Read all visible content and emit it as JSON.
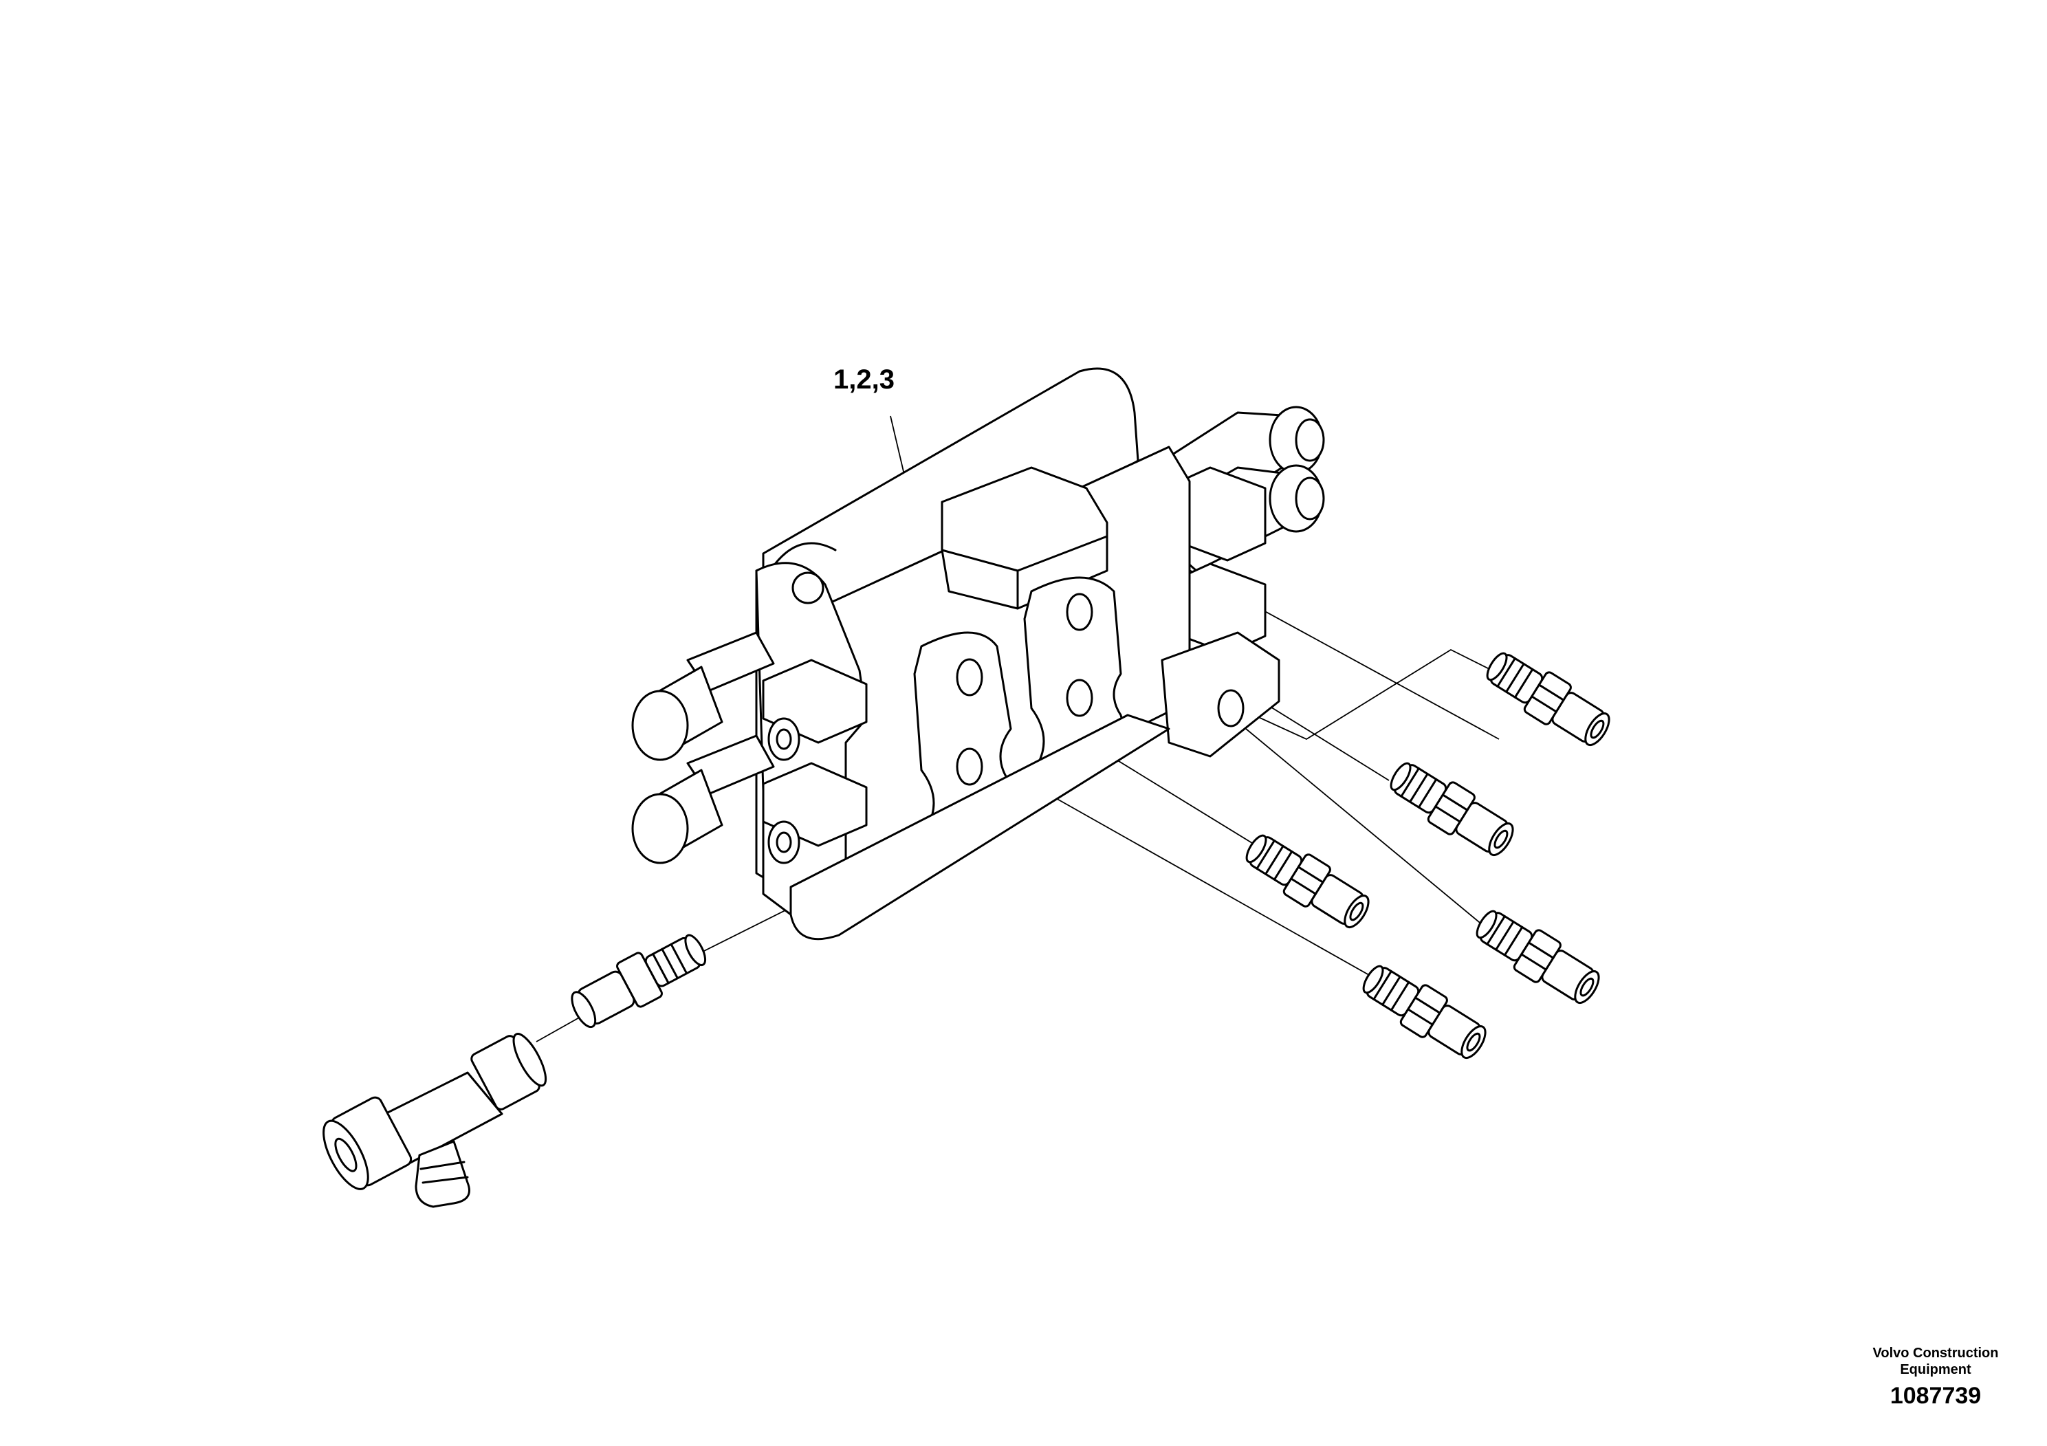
{
  "diagram": {
    "callout_label": "1,2,3"
  },
  "footer": {
    "company_line1": "Volvo Construction",
    "company_line2": "Equipment",
    "document_number": "1087739"
  }
}
